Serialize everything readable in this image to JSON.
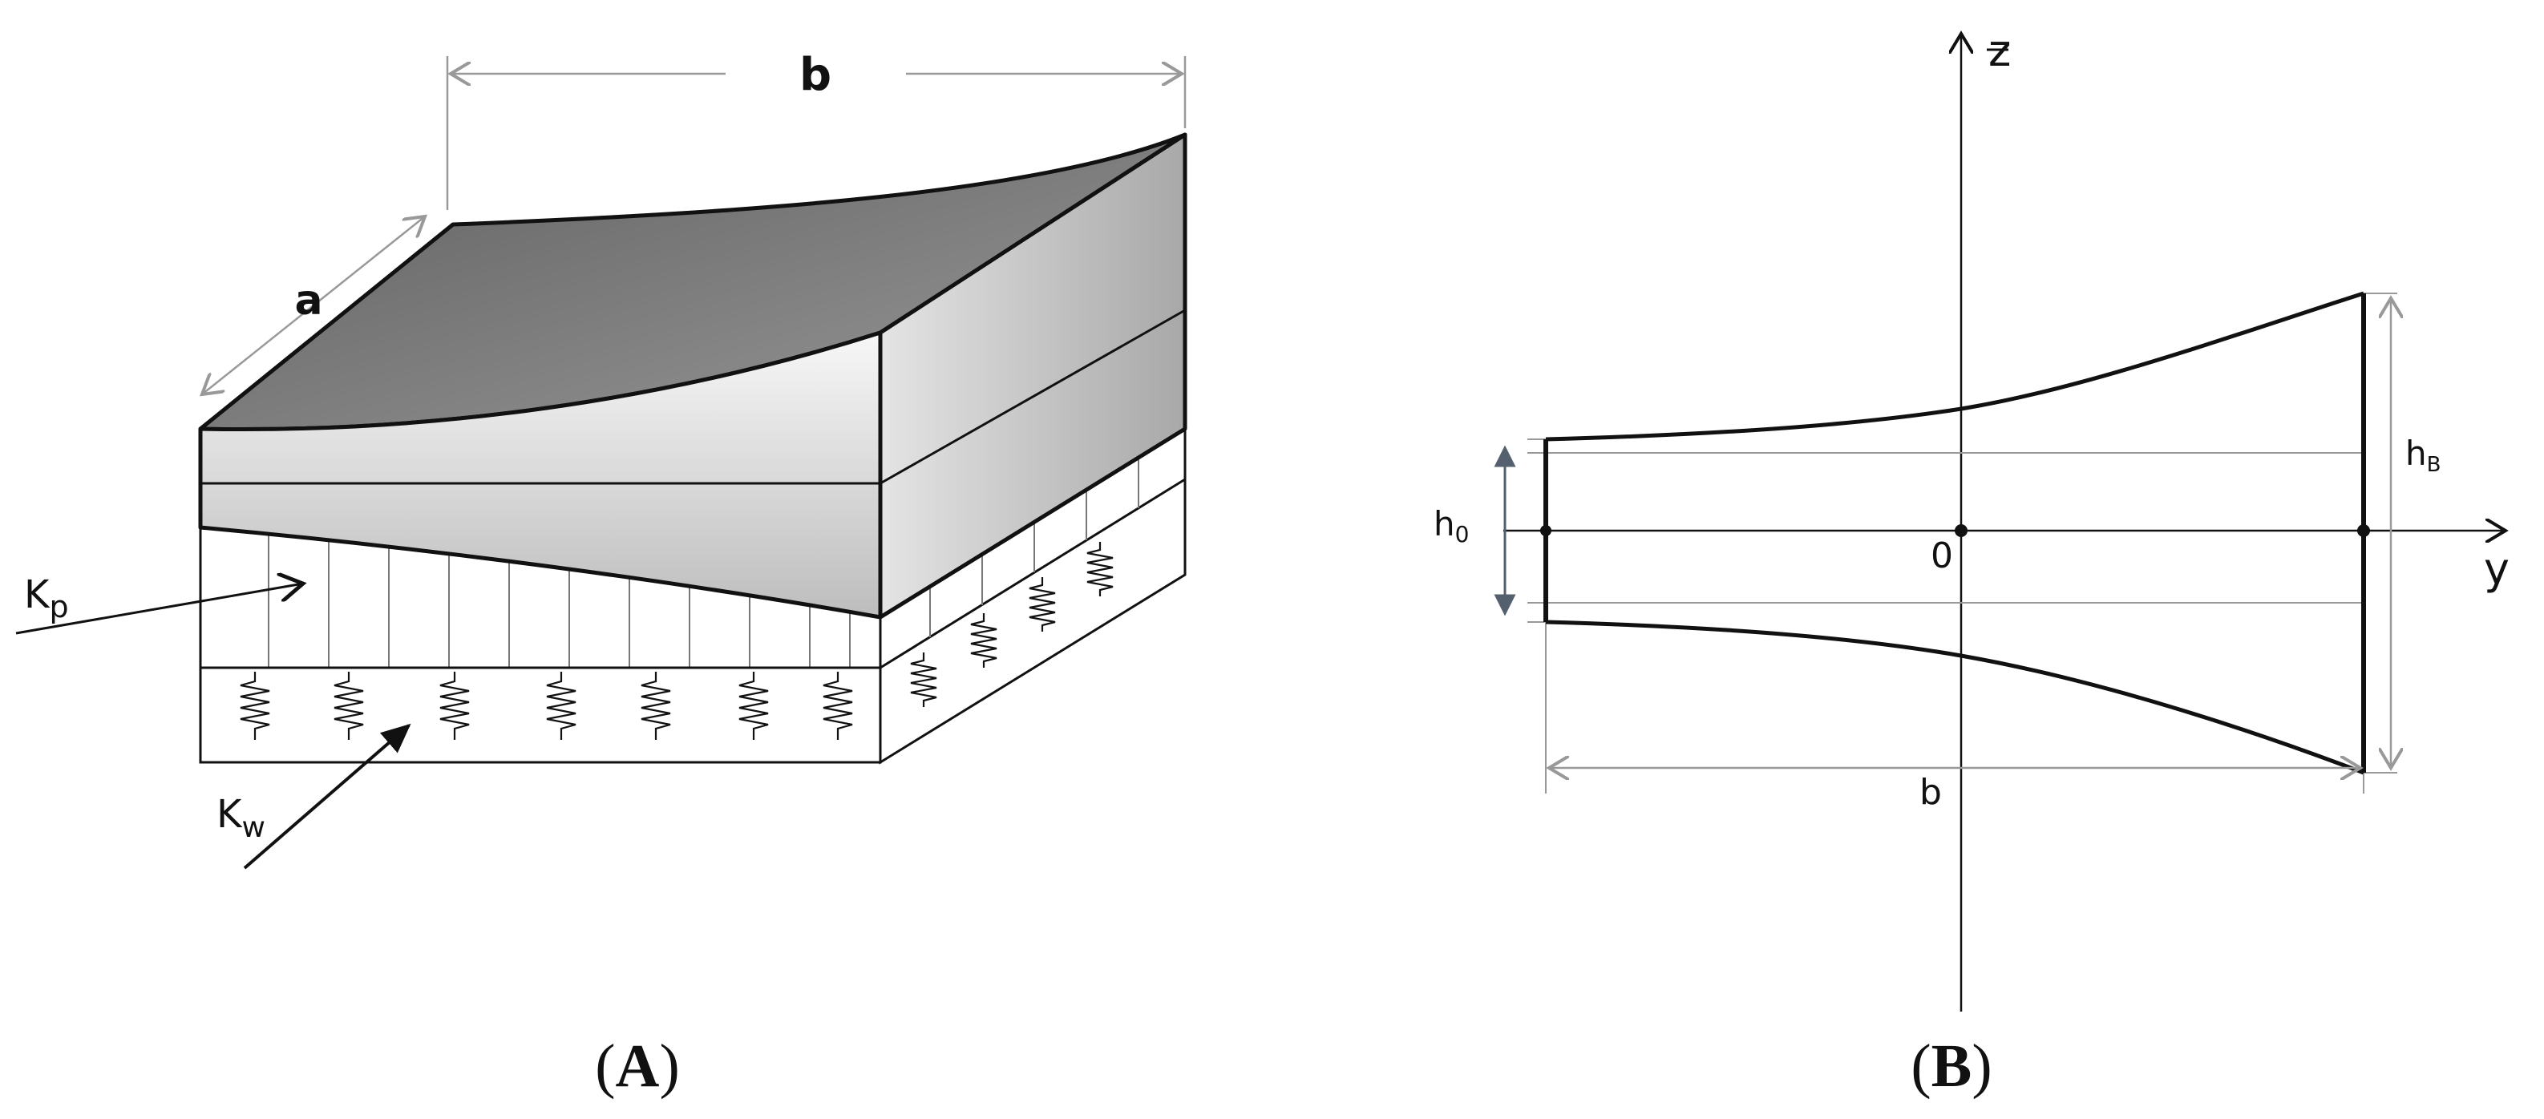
{
  "panel_a": {
    "caption": "(A)",
    "caption_open": "(",
    "caption_letter": "A",
    "caption_close": ")",
    "label_a": "a",
    "label_b": "b",
    "label_kp_main": "K",
    "label_kp_sub": "p",
    "label_kw_main": "K",
    "label_kw_sub": "w"
  },
  "panel_b": {
    "caption": "(B)",
    "caption_open": "(",
    "caption_letter": "B",
    "caption_close": ")",
    "axis_z": "z",
    "axis_y": "y",
    "origin": "0",
    "label_h0_main": "h",
    "label_h0_sub": "0",
    "label_hb_main": "h",
    "label_hb_sub": "B",
    "label_b": "b"
  },
  "colors": {
    "top_face_dark": "#6e6e6e",
    "top_face_light": "#8f8f8f",
    "side_light": "#f5f5f5",
    "side_dark": "#b8b8b8",
    "dimension_gray": "#999999",
    "outline": "#111111"
  }
}
